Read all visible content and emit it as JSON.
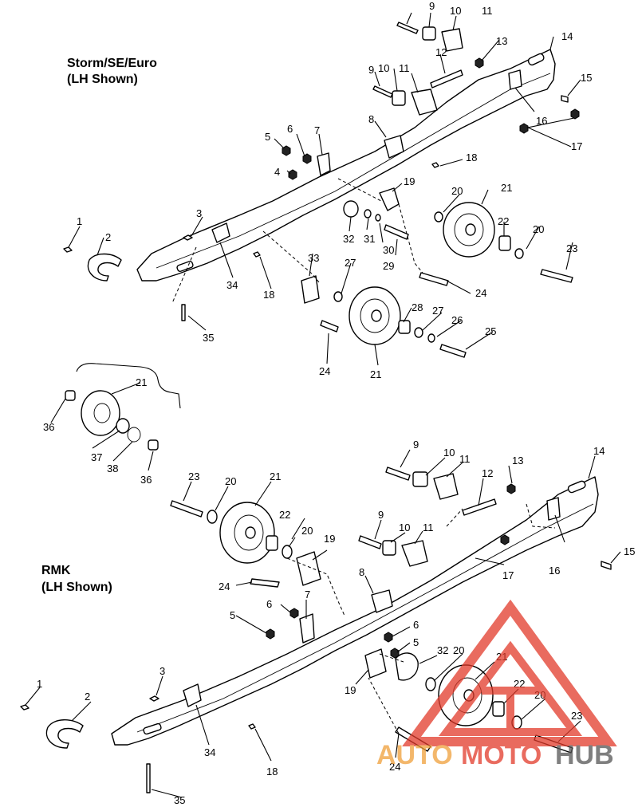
{
  "headings": {
    "top_title": "Storm/SE/Euro",
    "top_subtitle": "(LH Shown)",
    "bottom_title": "RMK",
    "bottom_subtitle": "(LH Shown)"
  },
  "callouts_top": [
    "9",
    "10",
    "11",
    "13",
    "14",
    "12",
    "9",
    "10",
    "11",
    "15",
    "16",
    "17",
    "8",
    "6",
    "7",
    "5",
    "18",
    "4",
    "19",
    "20",
    "21",
    "3",
    "32",
    "31",
    "30",
    "22",
    "20",
    "1",
    "2",
    "29",
    "23",
    "34",
    "33",
    "27",
    "18",
    "24",
    "28",
    "27",
    "26",
    "25",
    "35",
    "24",
    "21"
  ],
  "callouts_detail": [
    "21",
    "36",
    "37",
    "38",
    "36"
  ],
  "callouts_bottom": [
    "9",
    "10",
    "11",
    "13",
    "14",
    "12",
    "23",
    "20",
    "21",
    "22",
    "20",
    "9",
    "10",
    "11",
    "15",
    "19",
    "16",
    "17",
    "24",
    "8",
    "7",
    "6",
    "5",
    "6",
    "5",
    "32",
    "20",
    "21",
    "1",
    "3",
    "19",
    "22",
    "20",
    "2",
    "23",
    "34",
    "24",
    "18",
    "35"
  ],
  "watermark": {
    "text_a": "AUTO",
    "text_b": "MOTO",
    "text_c": "HUB",
    "colors": {
      "primary": "#e23a2a",
      "secondary": "#f0a03a",
      "dark": "#555555"
    }
  }
}
